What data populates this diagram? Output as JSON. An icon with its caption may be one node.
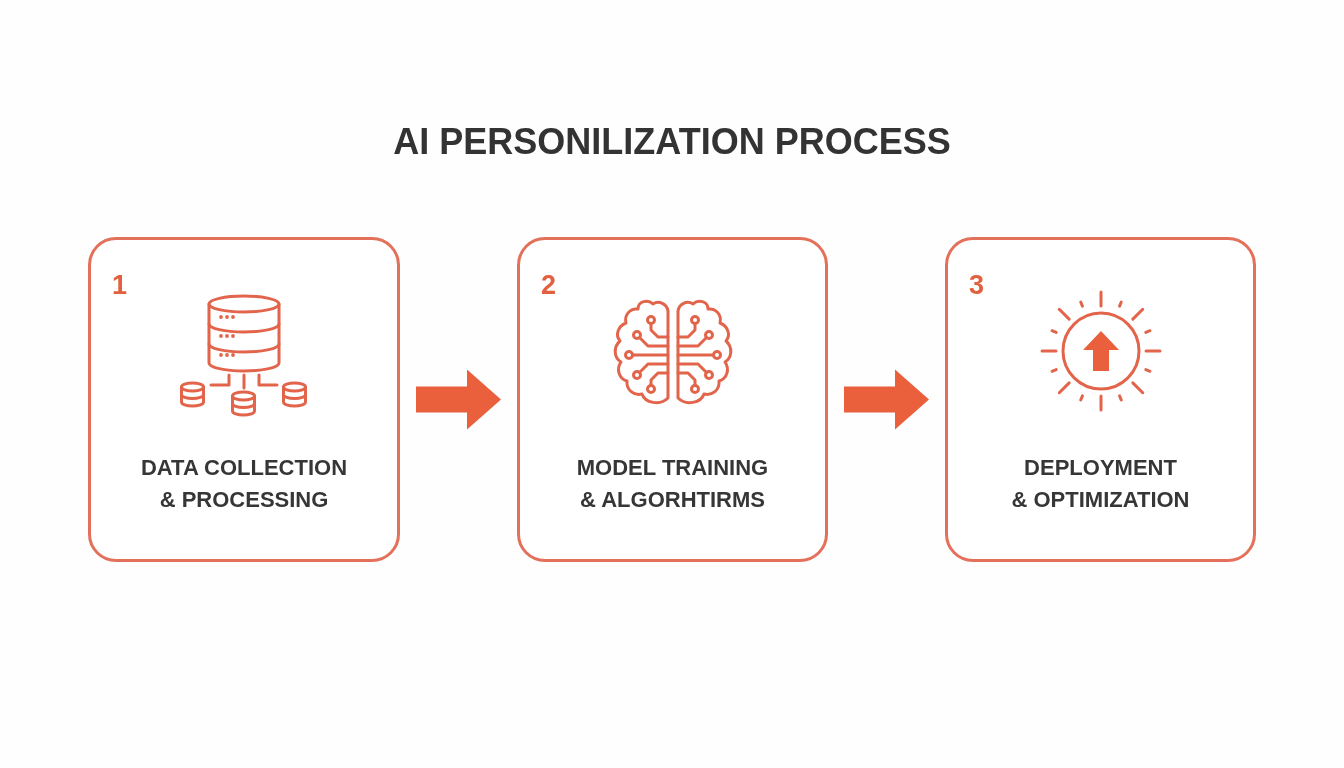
{
  "diagram": {
    "title": "AI PERSONILIZATION PROCESS",
    "nodes": [
      {
        "text": [
          "1",
          "DATA COLLECTION & PROCESSING"
        ]
      },
      {
        "text": [
          "2",
          "MODEL TRAINING & ALGORHTIRMS"
        ]
      },
      {
        "text": [
          "3",
          "DEPLOYMENT & OPTIMIZATION"
        ]
      }
    ],
    "edges": [
      {
        "from": 0,
        "to": 1,
        "arrow": "to",
        "style": "thick"
      },
      {
        "from": 1,
        "to": 2,
        "arrow": "to",
        "style": "thick"
      }
    ]
  }
}
